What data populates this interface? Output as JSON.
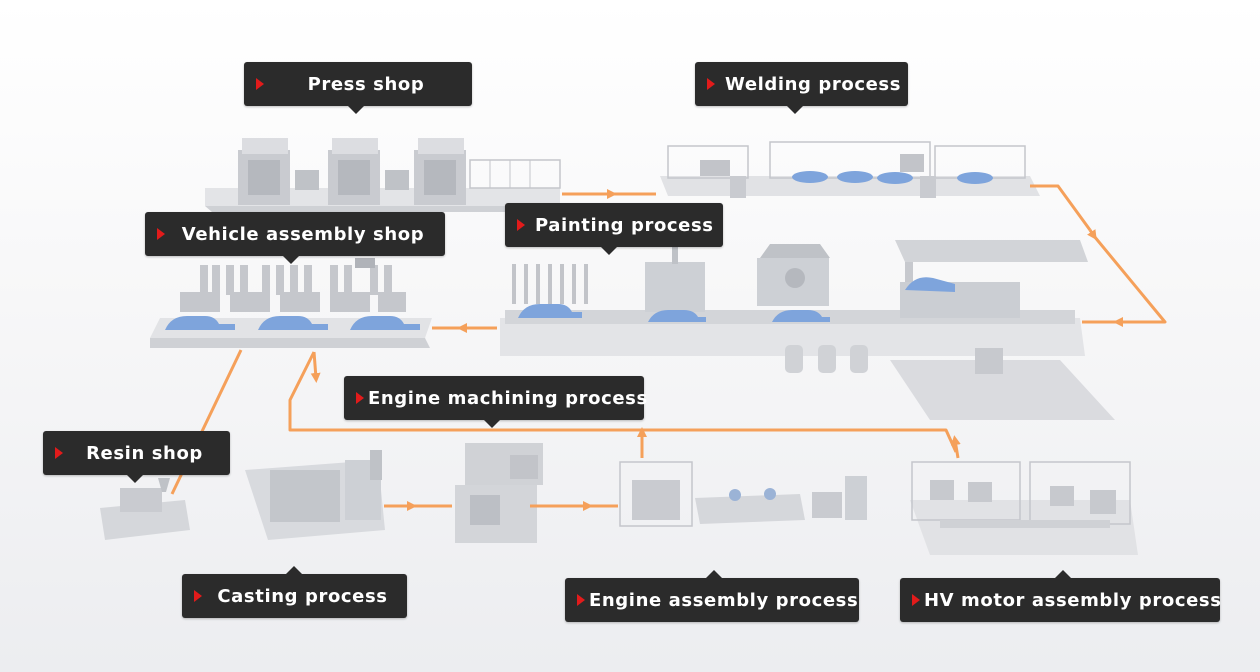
{
  "labels": {
    "press_shop": "Press shop",
    "welding_process": "Welding process",
    "vehicle_assembly_shop": "Vehicle assembly shop",
    "painting_process": "Painting process",
    "engine_machining_process": "Engine machining process",
    "resin_shop": "Resin shop",
    "casting_process": "Casting process",
    "engine_assembly_process": "Engine assembly process",
    "hv_motor_assembly_process": "HV motor assembly process"
  },
  "colors": {
    "label_bg": "#2b2b2b",
    "label_text": "#ffffff",
    "chevron": "#e21b1b",
    "flow_arrow": "#f5a05a",
    "machine_gray": "#d4d6da",
    "car_blue": "#7ea4dc"
  },
  "icons": {
    "label_marker": "chevron-right-icon",
    "flow": "arrow-icon"
  }
}
